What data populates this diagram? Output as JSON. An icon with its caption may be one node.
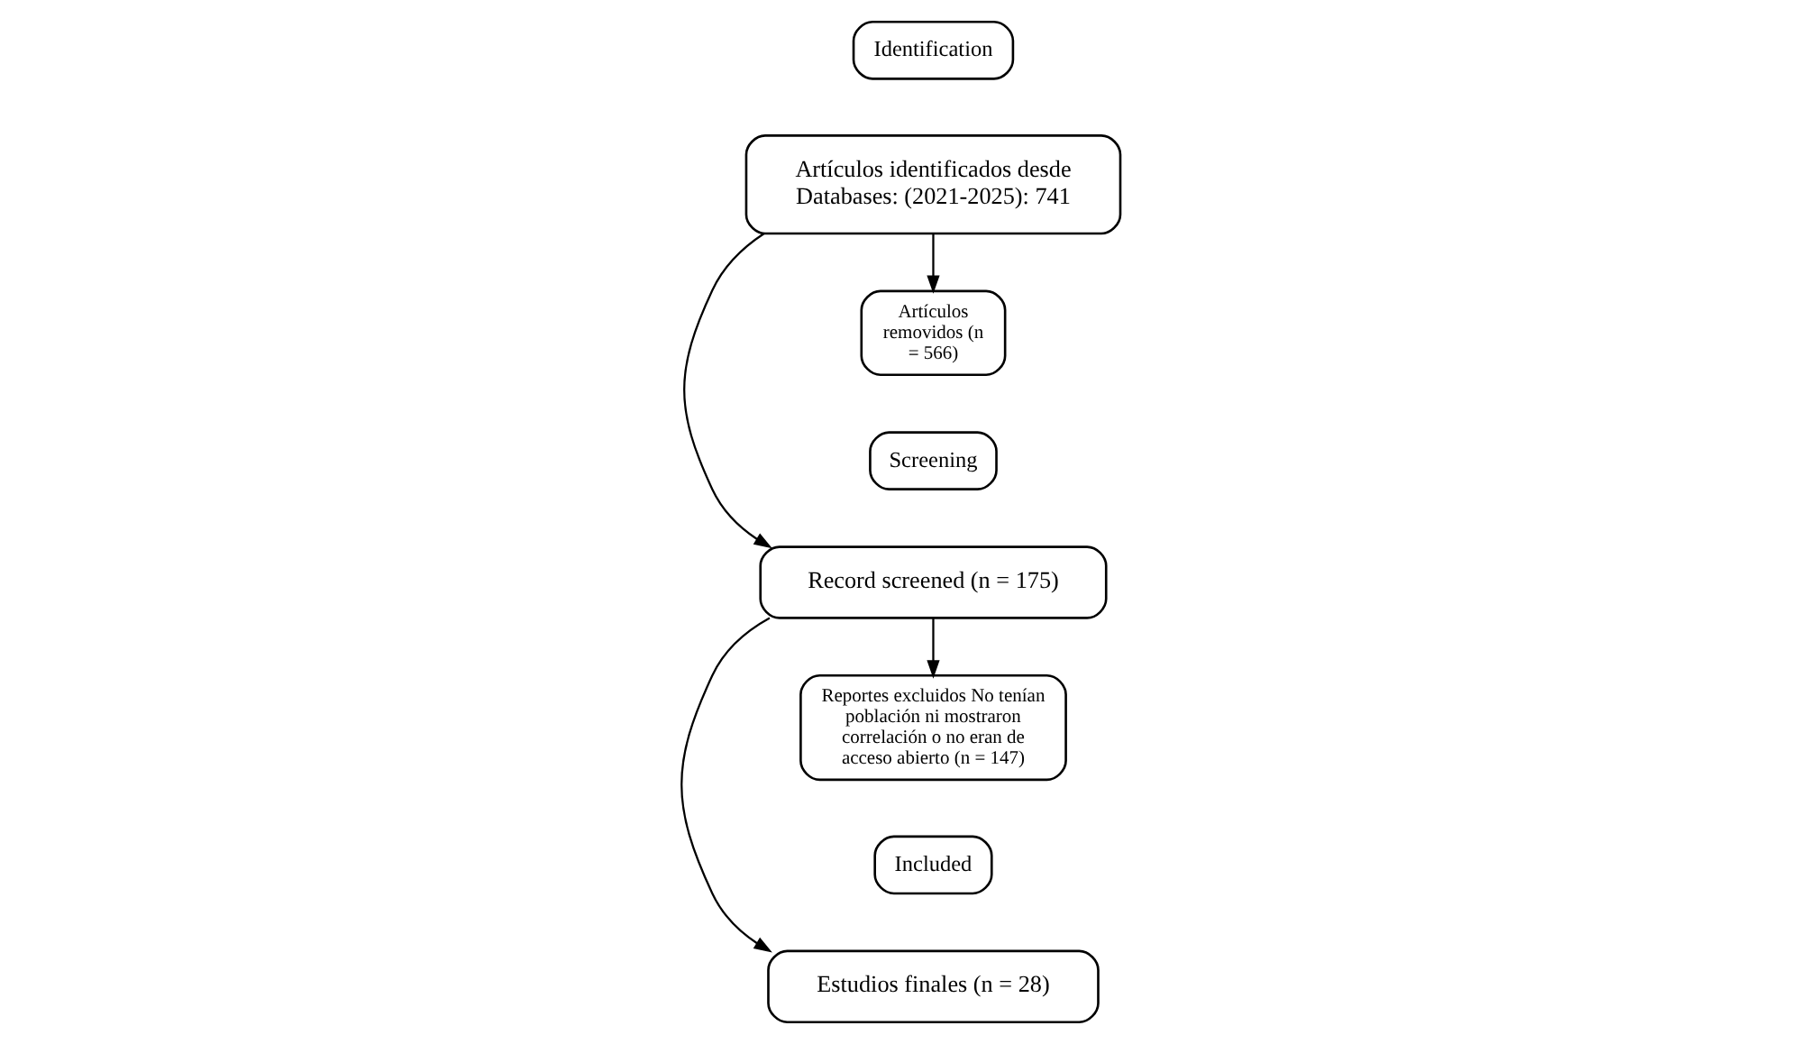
{
  "diagram": {
    "nodes": [
      {
        "text": [
          "Identification"
        ]
      },
      {
        "text": [
          "Screening"
        ]
      },
      {
        "text": [
          "Included"
        ]
      },
      {
        "text": [
          "Artículos identificados desde Databases: (2021-2025): 741"
        ]
      },
      {
        "text": [
          "Artículos removidos (n = 566)"
        ]
      },
      {
        "text": [
          "Record screened (n = 175)"
        ]
      },
      {
        "text": [
          "Reportes excluidos No tenían población ni mostraron correlación o no eran de acceso abierto (n = 147)"
        ]
      },
      {
        "text": [
          "Estudios finales (n = 28)"
        ]
      }
    ],
    "edges": [
      {
        "from": 3,
        "to": 4,
        "arrow": "to"
      },
      {
        "from": 3,
        "to": 5,
        "arrow": "to"
      },
      {
        "from": 5,
        "to": 6,
        "arrow": "to"
      },
      {
        "from": 5,
        "to": 7,
        "arrow": "to"
      }
    ]
  }
}
